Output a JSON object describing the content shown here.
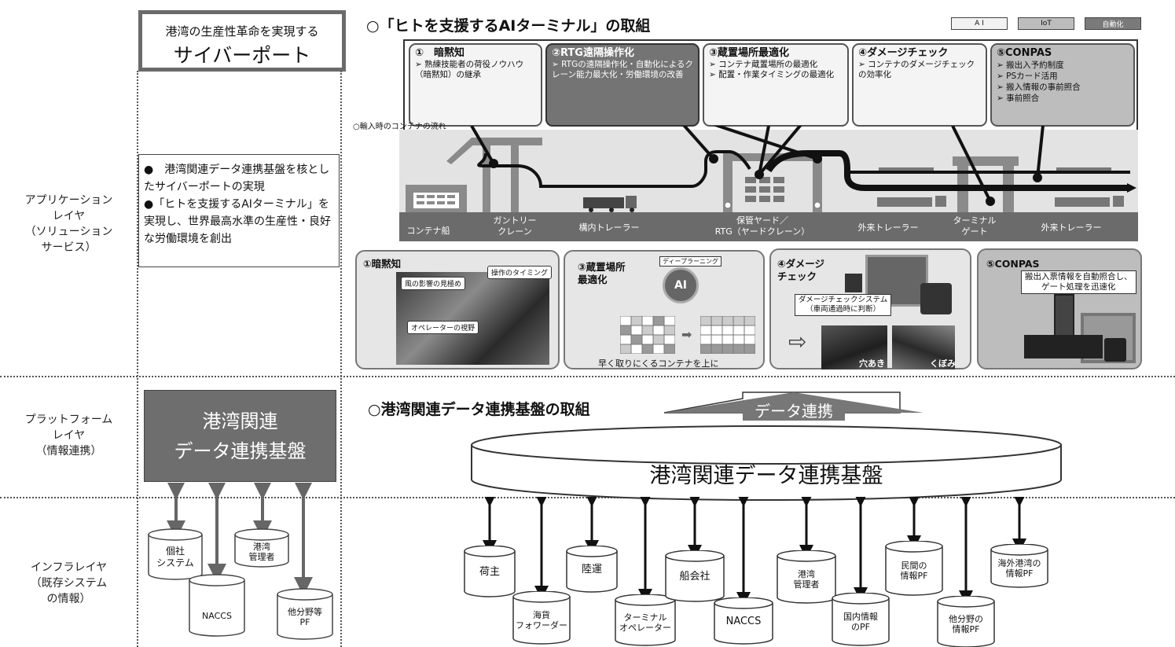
{
  "header": {
    "cyberport_line1": "港湾の生産性革命を実現する",
    "cyberport_line2": "サイバーポート",
    "ai_terminal_title": "○「ヒトを支援するAIターミナル」の取組",
    "data_platform_title": "○港湾関連データ連携基盤の取組"
  },
  "legend": {
    "ai": "A I",
    "iot": "IoT",
    "auto": "自動化"
  },
  "layers": {
    "application": [
      "アプリケーション",
      "レイヤ",
      "（ソリューション",
      "サービス）"
    ],
    "platform": [
      "プラットフォーム",
      "レイヤ",
      "（情報連携）"
    ],
    "infra": [
      "インフラレイヤ",
      "（既存システム",
      "の情報）"
    ]
  },
  "app_bullets": [
    "●　港湾関連データ連携基盤を核としたサイバーポートの実現",
    "●「ヒトを支援するAIターミナル」を実現し、世界最高水準の生産性・良好な労働環境を創出"
  ],
  "platform_box": {
    "line1": "港湾関連",
    "line2": "データ連携基盤"
  },
  "left_infra": {
    "company": "個社\nシステム",
    "port_admin": "港湾\n管理者",
    "naccs": "NACCS",
    "other": "他分野等\nPF"
  },
  "cards": [
    {
      "title": "①　暗黙知",
      "body": "➢ 熟練技能者の荷役ノウハウ（暗黙知）の継承"
    },
    {
      "title": "②RTG遠隔操作化",
      "body": "➢ RTGの遠隔操作化・自動化によるクレーン能力最大化・労働環境の改善"
    },
    {
      "title": "③蔵置場所最適化",
      "body": "➢ コンテナ蔵置場所の最適化\n➢ 配置・作業タイミングの最適化"
    },
    {
      "title": "④ダメージチェック",
      "body": "➢ コンテナのダメージチェックの効率化"
    },
    {
      "title": "⑤CONPAS",
      "body": "➢ 搬出入予約制度\n➢ PSカード活用\n➢ 搬入情報の事前照合\n➢ 事前照合"
    }
  ],
  "flow": {
    "caption": "○輸入時のコンテナの流れ",
    "ship": "コンテナ船",
    "gantry": "ガントリー\nクレーン",
    "yard_trailer": "構内トレーラー",
    "yard": "保管ヤード／\nRTG（ヤードクレーン）",
    "ext_trailer_1": "外来トレーラー",
    "gate": "ターミナル\nゲート",
    "ext_trailer_2": "外来トレーラー"
  },
  "panels": {
    "p1": {
      "title": "①暗黙知",
      "c1": "風の影響の見極め",
      "c2": "操作のタイミング",
      "c3": "オペレーターの視野"
    },
    "p3": {
      "title": "③蔵置場所\n最適化",
      "tag": "ディープラーニング",
      "ai": "AI",
      "caption": "早く取りにくるコンテナを上に"
    },
    "p4": {
      "title": "④ダメージ\nチェック",
      "system": "ダメージチェックシステム\n（車両通過時に判断）",
      "hole": "穴あき",
      "dent": "くぼみ"
    },
    "p5": {
      "title": "⑤CONPAS",
      "desc": "搬出入票情報を自動照合し、\nゲート処理を迅速化"
    }
  },
  "data_link": "データ連携",
  "platform_ellipse": "港湾関連データ連携基盤",
  "infra_nodes": [
    {
      "label": "荷主"
    },
    {
      "label": "海貨\nフォワーダー"
    },
    {
      "label": "陸運"
    },
    {
      "label": "ターミナル\nオペレーター"
    },
    {
      "label": "船会社"
    },
    {
      "label": "NACCS"
    },
    {
      "label": "港湾\n管理者"
    },
    {
      "label": "国内情報\nのPF"
    },
    {
      "label": "民間の\n情報PF"
    },
    {
      "label": "他分野の\n情報PF"
    },
    {
      "label": "海外港湾の\n情報PF"
    }
  ]
}
